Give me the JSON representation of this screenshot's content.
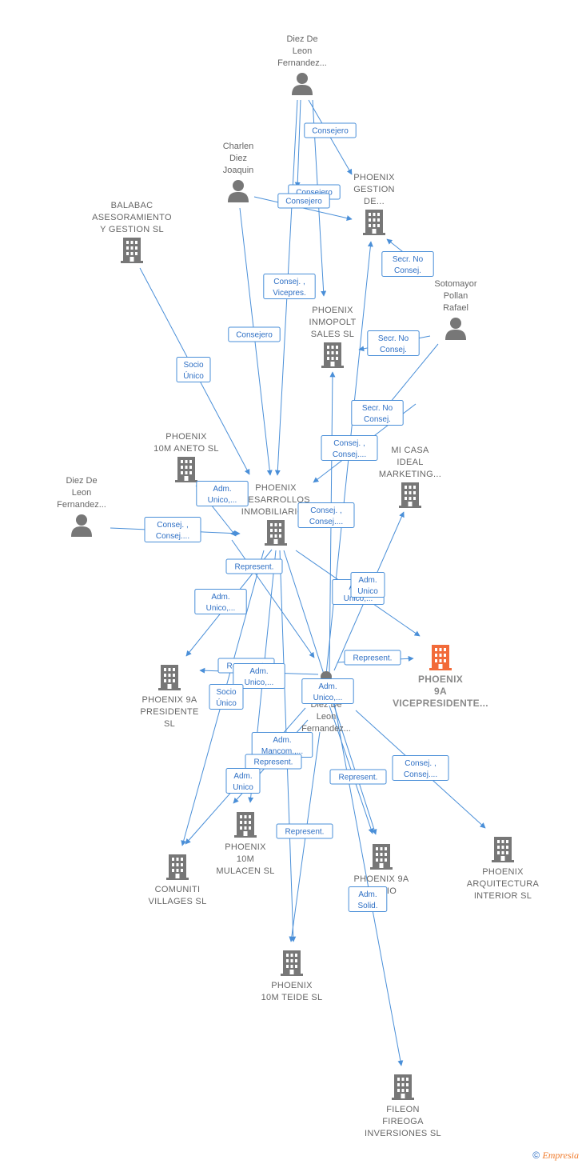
{
  "colors": {
    "edge": "#4a8fd8",
    "node": "#777777",
    "focus": "#f26b3a",
    "label": "#666666",
    "relText": "#2e6fc4"
  },
  "watermark": {
    "symbol": "©",
    "brand": "Empresia"
  },
  "nodes": [
    {
      "id": "p_diez_top",
      "type": "person",
      "lines": [
        "Diez De",
        "Leon",
        "Fernandez..."
      ]
    },
    {
      "id": "p_charlen",
      "type": "person",
      "lines": [
        "Charlen",
        "Diez",
        "Joaquin"
      ]
    },
    {
      "id": "c_balabac",
      "type": "company",
      "lines": [
        "BALABAC",
        "ASESORAMIENTO",
        "Y GESTION SL"
      ]
    },
    {
      "id": "c_gestion",
      "type": "company",
      "lines": [
        "PHOENIX",
        "GESTION",
        "DE..."
      ]
    },
    {
      "id": "p_sotomayor",
      "type": "person",
      "lines": [
        "Sotomayor",
        "Pollan",
        "Rafael"
      ]
    },
    {
      "id": "c_inmopolt",
      "type": "company",
      "lines": [
        "PHOENIX",
        "INMOPOLT",
        "SALES  SL"
      ]
    },
    {
      "id": "c_aneto",
      "type": "company",
      "lines": [
        "PHOENIX",
        "10M ANETO  SL"
      ]
    },
    {
      "id": "c_mi_casa",
      "type": "company",
      "lines": [
        "MI CASA",
        "IDEAL",
        "MARKETING..."
      ]
    },
    {
      "id": "p_diez_left",
      "type": "person",
      "lines": [
        "Diez De",
        "Leon",
        "Fernandez..."
      ]
    },
    {
      "id": "c_desarrollos",
      "type": "company",
      "lines": [
        "PHOENIX",
        "DESARROLLOS",
        "INMOBILIARIOS"
      ]
    },
    {
      "id": "c_vicepresidente",
      "type": "focus",
      "lines": [
        "PHOENIX",
        "9A",
        "VICEPRESIDENTE..."
      ]
    },
    {
      "id": "c_presidente",
      "type": "company",
      "lines": [
        "PHOENIX 9A",
        "PRESIDENTE",
        "SL"
      ]
    },
    {
      "id": "p_diez_center",
      "type": "person",
      "lines": [
        "Diez De",
        "Leon",
        "Fernandez..."
      ]
    },
    {
      "id": "c_mulacen",
      "type": "company",
      "lines": [
        "PHOENIX",
        "10M",
        "MULACEN  SL"
      ]
    },
    {
      "id": "c_comuniti",
      "type": "company",
      "lines": [
        "COMUNITI",
        "VILLAGES  SL"
      ]
    },
    {
      "id": "c_9a_other",
      "type": "company",
      "lines": [
        "PHOENIX 9A",
        "...ARIO"
      ]
    },
    {
      "id": "c_arquitectura",
      "type": "company",
      "lines": [
        "PHOENIX",
        "ARQUITECTURA",
        "INTERIOR  SL"
      ]
    },
    {
      "id": "c_teide",
      "type": "company",
      "lines": [
        "PHOENIX",
        "10M TEIDE  SL"
      ]
    },
    {
      "id": "c_fileon",
      "type": "company",
      "lines": [
        "FILEON",
        "FIREOGA",
        "INVERSIONES SL"
      ]
    }
  ],
  "relations": [
    {
      "lines": [
        "Consejero"
      ]
    },
    {
      "lines": [
        "Consejero"
      ]
    },
    {
      "lines": [
        "Consejero"
      ]
    },
    {
      "lines": [
        "Secr.  No",
        "Consej."
      ]
    },
    {
      "lines": [
        "Consej. ,",
        "Vicepres."
      ]
    },
    {
      "lines": [
        "Consejero"
      ]
    },
    {
      "lines": [
        "Secr.  No",
        "Consej."
      ]
    },
    {
      "lines": [
        "Socio",
        "Único"
      ]
    },
    {
      "lines": [
        "Secr.  No",
        "Consej."
      ]
    },
    {
      "lines": [
        "Consej. ,",
        "Consej...."
      ]
    },
    {
      "lines": [
        "Adm.",
        "Unico,..."
      ]
    },
    {
      "lines": [
        "Consej. ,",
        "Consej...."
      ]
    },
    {
      "lines": [
        "Consej. ,",
        "Consej...."
      ]
    },
    {
      "lines": [
        "Represent."
      ]
    },
    {
      "lines": [
        "Adm.",
        "Unico,..."
      ]
    },
    {
      "lines": [
        "Adm.",
        "Unico,..."
      ]
    },
    {
      "lines": [
        "Adm.",
        "Unico"
      ]
    },
    {
      "lines": [
        "Represent."
      ]
    },
    {
      "lines": [
        "Represent."
      ]
    },
    {
      "lines": [
        "Adm.",
        "Unico,..."
      ]
    },
    {
      "lines": [
        "Socio",
        "Único"
      ]
    },
    {
      "lines": [
        "Adm.",
        "Unico,..."
      ]
    },
    {
      "lines": [
        "Adm.",
        "Mancom.,..."
      ]
    },
    {
      "lines": [
        "Represent."
      ]
    },
    {
      "lines": [
        "Adm.",
        "Unico"
      ]
    },
    {
      "lines": [
        "Consej. ,",
        "Consej...."
      ]
    },
    {
      "lines": [
        "Represent."
      ]
    },
    {
      "lines": [
        "Represent."
      ]
    },
    {
      "lines": [
        "Adm.",
        "Solid."
      ]
    }
  ]
}
